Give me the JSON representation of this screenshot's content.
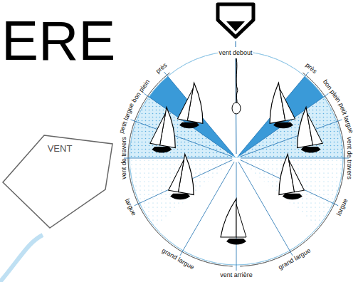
{
  "diagram": {
    "nodes": [
      {
        "text": [
          "VENT"
        ]
      }
    ],
    "labels": [
      "ERE",
      "vent debout",
      "près",
      "bon plein",
      "petit largue",
      "vent de travers",
      "largue",
      "grand largue",
      "vent arrière",
      "grand largue",
      "largue",
      "vent de travers",
      "petit largue",
      "bon plein",
      "près"
    ]
  }
}
